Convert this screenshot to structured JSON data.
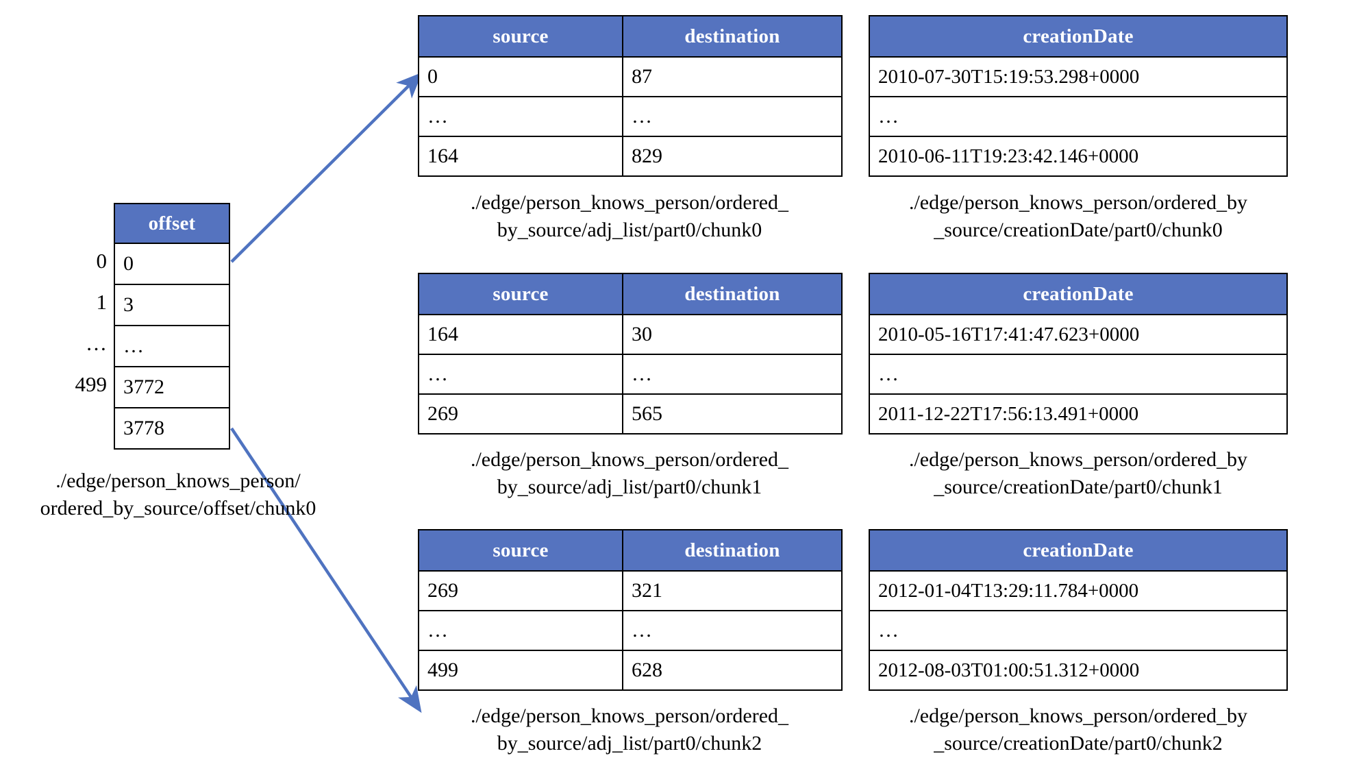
{
  "theme": {
    "header_fill": "#5573BF",
    "header_text": "#FFFFFF",
    "border": "#000000",
    "arrow": "#4F73C0",
    "background": "#FFFFFF"
  },
  "offset_table": {
    "header": "offset",
    "index_labels": [
      "0",
      "1",
      "…",
      "499",
      ""
    ],
    "values": [
      "0",
      "3",
      "…",
      "3772",
      "3778"
    ],
    "caption": "./edge/person_knows_person/\nordered_by_source/offset/chunk0"
  },
  "chunks": [
    {
      "adj_list": {
        "headers": [
          "source",
          "destination"
        ],
        "rows": [
          [
            "0",
            "87"
          ],
          [
            "…",
            "…"
          ],
          [
            "164",
            "829"
          ]
        ],
        "caption": "./edge/person_knows_person/ordered_\nby_source/adj_list/part0/chunk0"
      },
      "creation_date": {
        "header": "creationDate",
        "rows": [
          "2010-07-30T15:19:53.298+0000",
          "…",
          "2010-06-11T19:23:42.146+0000"
        ],
        "caption": "./edge/person_knows_person/ordered_by\n_source/creationDate/part0/chunk0"
      }
    },
    {
      "adj_list": {
        "headers": [
          "source",
          "destination"
        ],
        "rows": [
          [
            "164",
            "30"
          ],
          [
            "…",
            "…"
          ],
          [
            "269",
            "565"
          ]
        ],
        "caption": "./edge/person_knows_person/ordered_\nby_source/adj_list/part0/chunk1"
      },
      "creation_date": {
        "header": "creationDate",
        "rows": [
          "2010-05-16T17:41:47.623+0000",
          "…",
          "2011-12-22T17:56:13.491+0000"
        ],
        "caption": "./edge/person_knows_person/ordered_by\n_source/creationDate/part0/chunk1"
      }
    },
    {
      "adj_list": {
        "headers": [
          "source",
          "destination"
        ],
        "rows": [
          [
            "269",
            "321"
          ],
          [
            "…",
            "…"
          ],
          [
            "499",
            "628"
          ]
        ],
        "caption": "./edge/person_knows_person/ordered_\nby_source/adj_list/part0/chunk2"
      },
      "creation_date": {
        "header": "creationDate",
        "rows": [
          "2012-01-04T13:29:11.784+0000",
          "…",
          "2012-08-03T01:00:51.312+0000"
        ],
        "caption": "./edge/person_knows_person/ordered_by\n_source/creationDate/part0/chunk2"
      }
    }
  ],
  "connectors": [
    {
      "name": "offset-to-chunk0",
      "from": "offset-row-0",
      "to": "chunk0-adj-first-row"
    },
    {
      "name": "offset-to-chunk2",
      "from": "offset-row-4",
      "to": "chunk2-adj-caption"
    }
  ]
}
